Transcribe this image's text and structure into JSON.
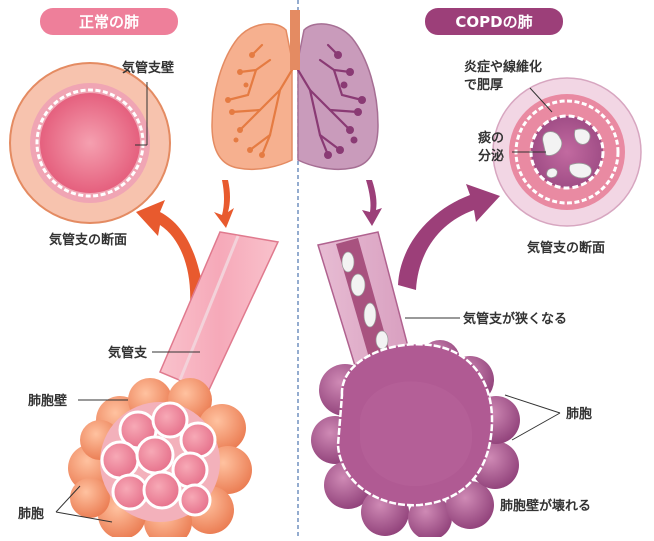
{
  "normal": {
    "header": "正常の肺",
    "cross_section_label": "気管支の断面",
    "wall_label": "気管支壁",
    "bronchus_label": "気管支",
    "alveolar_wall_label": "肺胞壁",
    "alveoli_label": "肺胞"
  },
  "copd": {
    "header": "COPDの肺",
    "thickening_label_1": "炎症や線維化",
    "thickening_label_2": "で肥厚",
    "sputum_label_1": "痰の",
    "sputum_label_2": "分泌",
    "cross_section_label": "気管支の断面",
    "narrowing_label": "気管支が狭くなる",
    "alveoli_label": "肺胞",
    "wall_destroyed_label": "肺胞壁が壊れる"
  },
  "colors": {
    "normal_header_bg": "#ee7f9a",
    "copd_header_bg": "#9c3f79",
    "normal_lung": "#f6b08f",
    "copd_lung": "#c99bbb",
    "arrow_normal": "#e85a2e",
    "arrow_copd": "#9c3f79",
    "divider": "#5b7fb5"
  }
}
